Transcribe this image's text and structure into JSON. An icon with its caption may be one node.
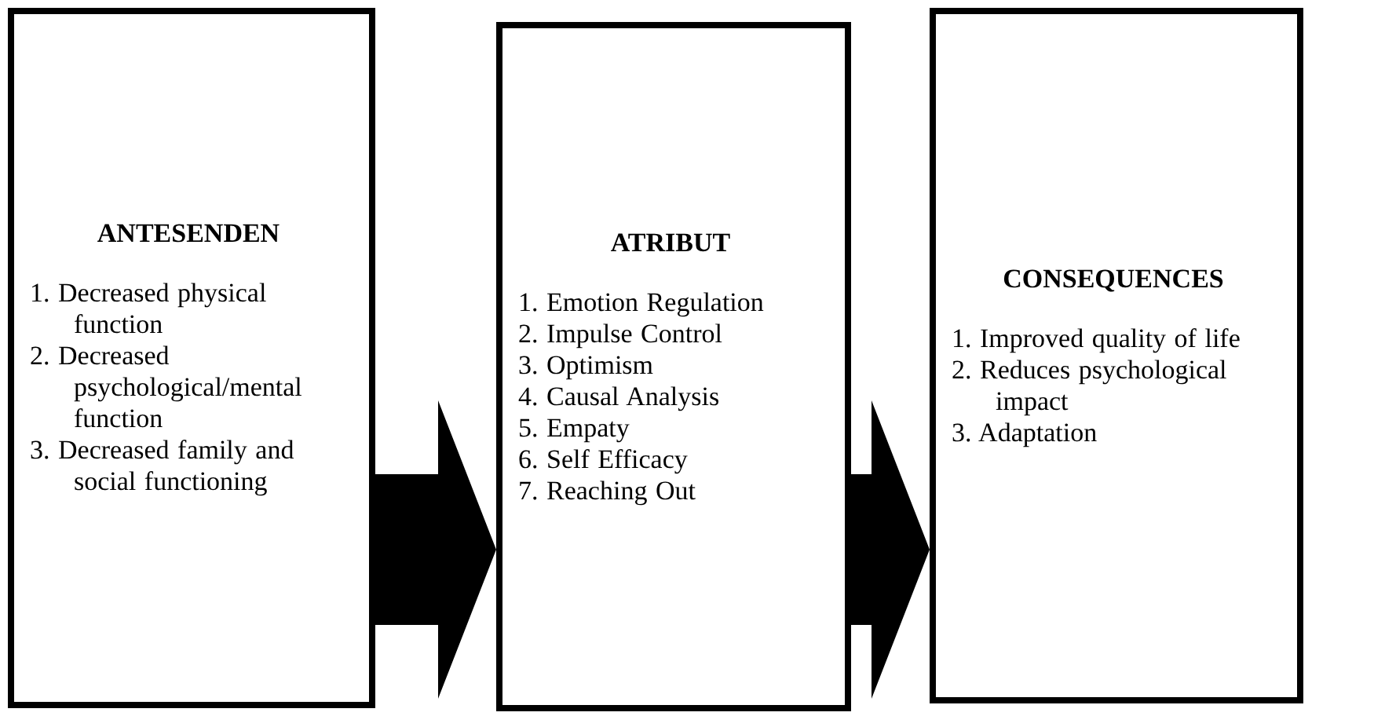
{
  "diagram": {
    "nodes": [
      {
        "text": [
          "ANTESENDEN",
          "1. Decreased physical function",
          "2. Decreased psychological/mental function",
          "3. Decreased family and social functioning"
        ]
      },
      {
        "text": [
          "ATRIBUT",
          "1. Emotion Regulation",
          "2. Impulse Control",
          "3. Optimism",
          "4. Causal Analysis",
          "5. Empaty",
          "6. Self Efficacy",
          "7. Reaching Out"
        ]
      },
      {
        "text": [
          "CONSEQUENCES",
          "1. Improved quality of life",
          "2. Reduces psychological impact",
          "3. Adaptation"
        ]
      }
    ],
    "edges": [
      {
        "from": 0,
        "to": 1,
        "arrow": "to",
        "style": "thick"
      },
      {
        "from": 1,
        "to": 2,
        "arrow": "to",
        "style": "thick"
      }
    ]
  }
}
